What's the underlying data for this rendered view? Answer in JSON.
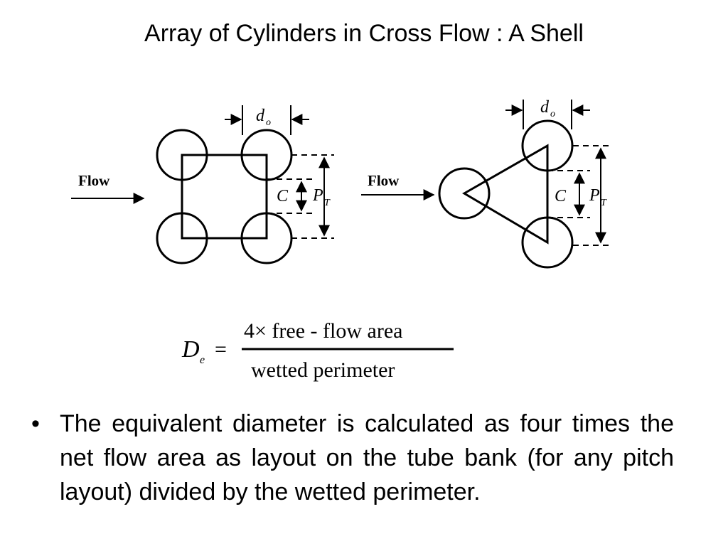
{
  "slide": {
    "title": "Array of Cylinders in Cross Flow : A Shell"
  },
  "diagram": {
    "square_layout": {
      "flow_label": "Flow",
      "diameter_label": "d",
      "diameter_subscript": "o",
      "clearance_label": "C",
      "pitch_label": "P",
      "pitch_subscript": "T"
    },
    "triangular_layout": {
      "flow_label": "Flow",
      "diameter_label": "d",
      "diameter_subscript": "o",
      "clearance_label": "C",
      "pitch_label": "P",
      "pitch_subscript": "T"
    }
  },
  "equation": {
    "lhs_symbol": "D",
    "lhs_subscript": "e",
    "equals": "=",
    "numerator": "4× free - flow area",
    "denominator": "wetted perimeter"
  },
  "bullets": [
    {
      "marker": "•",
      "text": "The equivalent diameter is calculated as four times the net flow area as layout on the tube bank (for any pitch layout) divided by the wetted perimeter."
    }
  ]
}
